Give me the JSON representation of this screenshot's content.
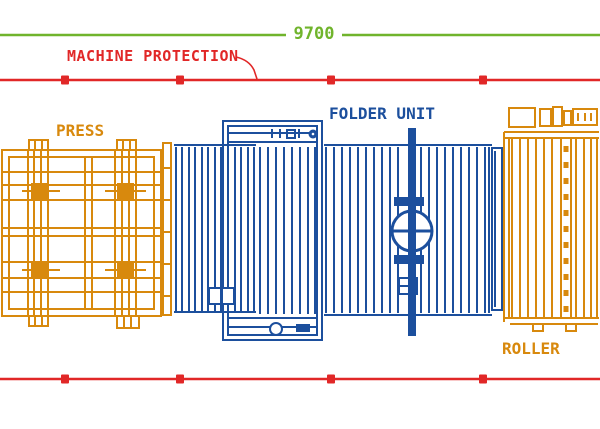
{
  "drawing": {
    "dimension": {
      "value": "9700"
    },
    "protection": {
      "label": "MACHINE PROTECTION"
    },
    "machines": {
      "press": {
        "label": "PRESS"
      },
      "folder": {
        "label": "FOLDER UNIT"
      },
      "roller": {
        "label": "ROLLER"
      }
    }
  },
  "colors": {
    "green": "#70B42C",
    "red": "#E12727",
    "orange": "#D8890D",
    "blue": "#1C4F9D",
    "background": "#FFFFFF"
  }
}
